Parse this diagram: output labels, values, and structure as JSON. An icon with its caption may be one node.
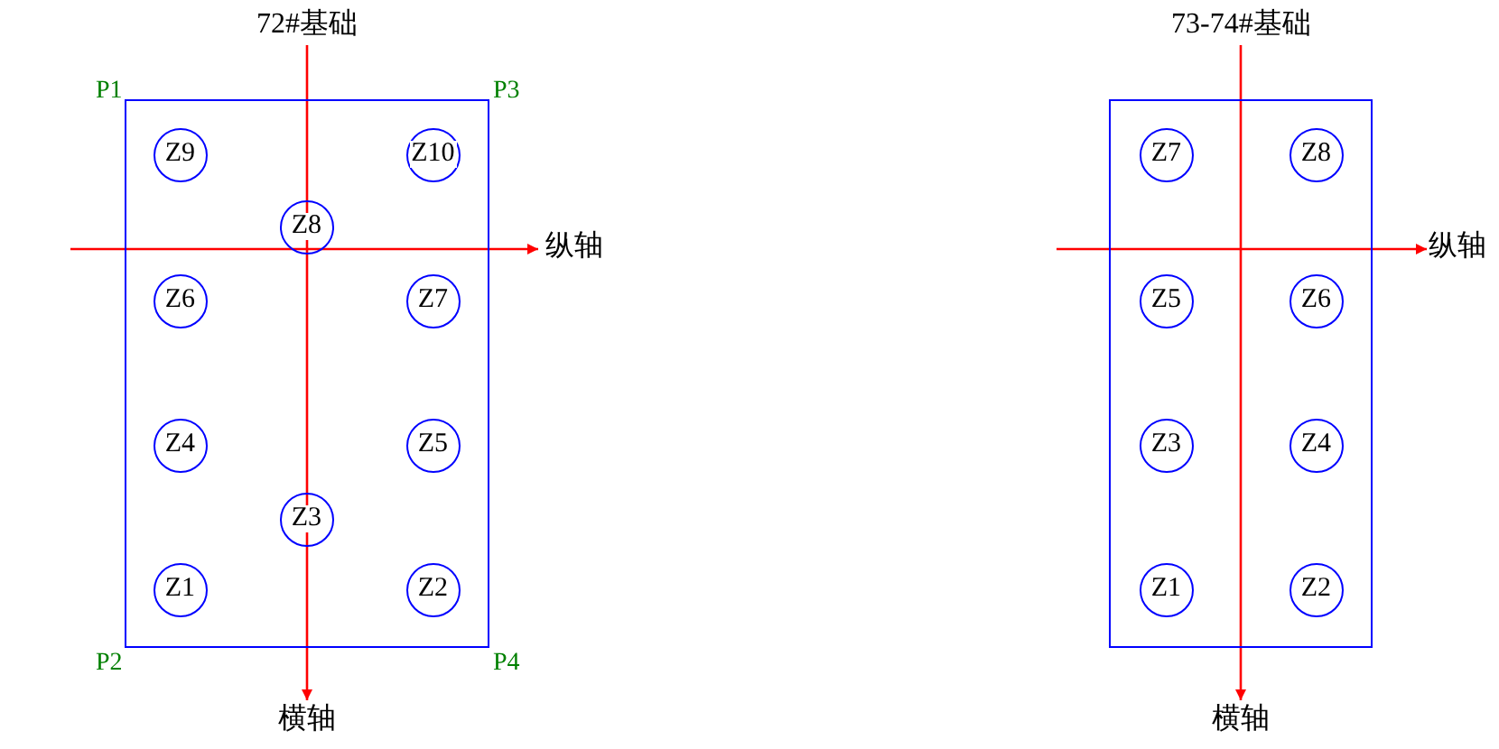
{
  "diagram": {
    "nodes": [
      {
        "text": [],
        "shape": "box"
      },
      {
        "text": [
          "Z9"
        ],
        "in": 0
      },
      {
        "text": [
          "Z10"
        ],
        "in": 0
      },
      {
        "text": [
          "Z8"
        ],
        "in": 0
      },
      {
        "text": [
          "Z6"
        ],
        "in": 0
      },
      {
        "text": [
          "Z7"
        ],
        "in": 0
      },
      {
        "text": [
          "Z4"
        ],
        "in": 0
      },
      {
        "text": [
          "Z5"
        ],
        "in": 0
      },
      {
        "text": [
          "Z3"
        ],
        "in": 0
      },
      {
        "text": [
          "Z1"
        ],
        "in": 0
      },
      {
        "text": [
          "Z2"
        ],
        "in": 0
      },
      {
        "text": [],
        "shape": "box"
      },
      {
        "text": [
          "Z7"
        ],
        "in": 11
      },
      {
        "text": [
          "Z8"
        ],
        "in": 11
      },
      {
        "text": [
          "Z5"
        ],
        "in": 11
      },
      {
        "text": [
          "Z6"
        ],
        "in": 11
      },
      {
        "text": [
          "Z3"
        ],
        "in": 11
      },
      {
        "text": [
          "Z4"
        ],
        "in": 11
      },
      {
        "text": [
          "Z1"
        ],
        "in": 11
      },
      {
        "text": [
          "Z2"
        ],
        "in": 11
      }
    ],
    "labels": [
      "72#基础",
      "P1",
      "P3",
      "纵轴",
      "P2",
      "P4",
      "横轴",
      "73-74#基础",
      "纵轴",
      "横轴"
    ]
  }
}
